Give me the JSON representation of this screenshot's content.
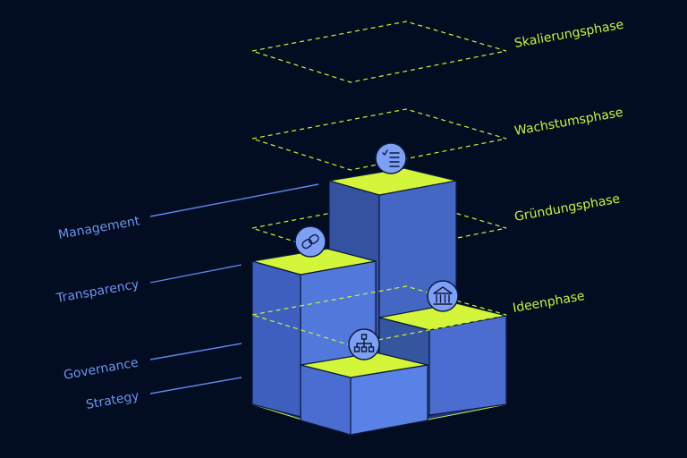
{
  "phases": [
    {
      "key": "skalierung",
      "label": "Skalierungsphase"
    },
    {
      "key": "wachstum",
      "label": "Wachstumsphase"
    },
    {
      "key": "gruendung",
      "label": "Gründungsphase"
    },
    {
      "key": "ideen",
      "label": "Ideenphase"
    }
  ],
  "areas": [
    {
      "key": "management",
      "label": "Management",
      "icon": "checklist-icon"
    },
    {
      "key": "transparency",
      "label": "Transparency",
      "icon": "chain-link-icon"
    },
    {
      "key": "governance",
      "label": "Governance",
      "icon": "bank-building-icon"
    },
    {
      "key": "strategy",
      "label": "Strategy",
      "icon": "hierarchy-icon"
    }
  ],
  "colors": {
    "background": "#020d22",
    "accent": "#c8f23c",
    "block": "#4a6fd6",
    "label": "#6f93f0"
  }
}
